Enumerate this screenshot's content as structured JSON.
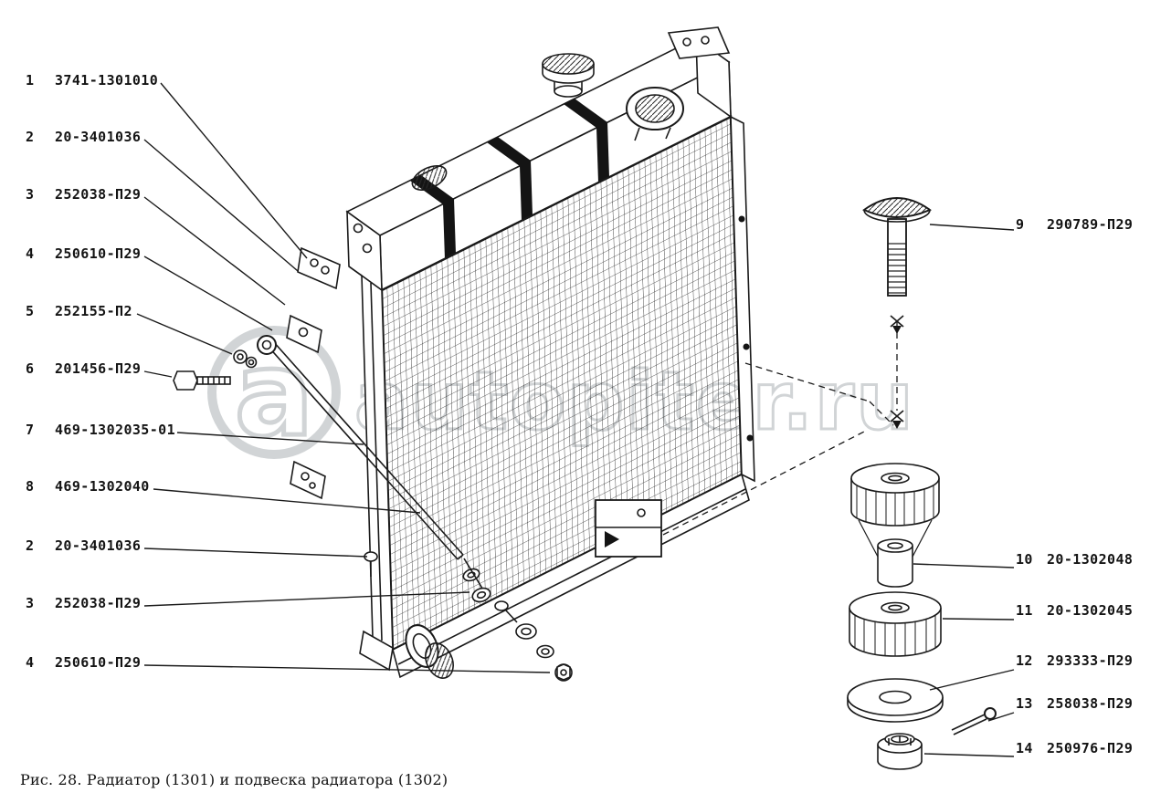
{
  "figure": {
    "caption": "Рис. 28. Радиатор (1301) и подвеска радиатора (1302)",
    "watermark_text": "autopiter.ru",
    "watermark_logo_letter": "a"
  },
  "colors": {
    "ink": "#1a1a1a",
    "watermark": "#9aa2a6",
    "paper": "#ffffff"
  },
  "left_labels": [
    {
      "num": "1",
      "part": "3741-1301010"
    },
    {
      "num": "2",
      "part": "20-3401036"
    },
    {
      "num": "3",
      "part": "252038-П29"
    },
    {
      "num": "4",
      "part": "250610-П29"
    },
    {
      "num": "5",
      "part": "252155-П2"
    },
    {
      "num": "6",
      "part": "201456-П29"
    },
    {
      "num": "7",
      "part": "469-1302035-01"
    },
    {
      "num": "8",
      "part": "469-1302040"
    },
    {
      "num": "2",
      "part": "20-3401036"
    },
    {
      "num": "3",
      "part": "252038-П29"
    },
    {
      "num": "4",
      "part": "250610-П29"
    }
  ],
  "right_labels": [
    {
      "num": "9",
      "part": "290789-П29"
    },
    {
      "num": "10",
      "part": "20-1302048"
    },
    {
      "num": "11",
      "part": "20-1302045"
    },
    {
      "num": "12",
      "part": "293333-П29"
    },
    {
      "num": "13",
      "part": "258038-П29"
    },
    {
      "num": "14",
      "part": "250976-П29"
    }
  ]
}
